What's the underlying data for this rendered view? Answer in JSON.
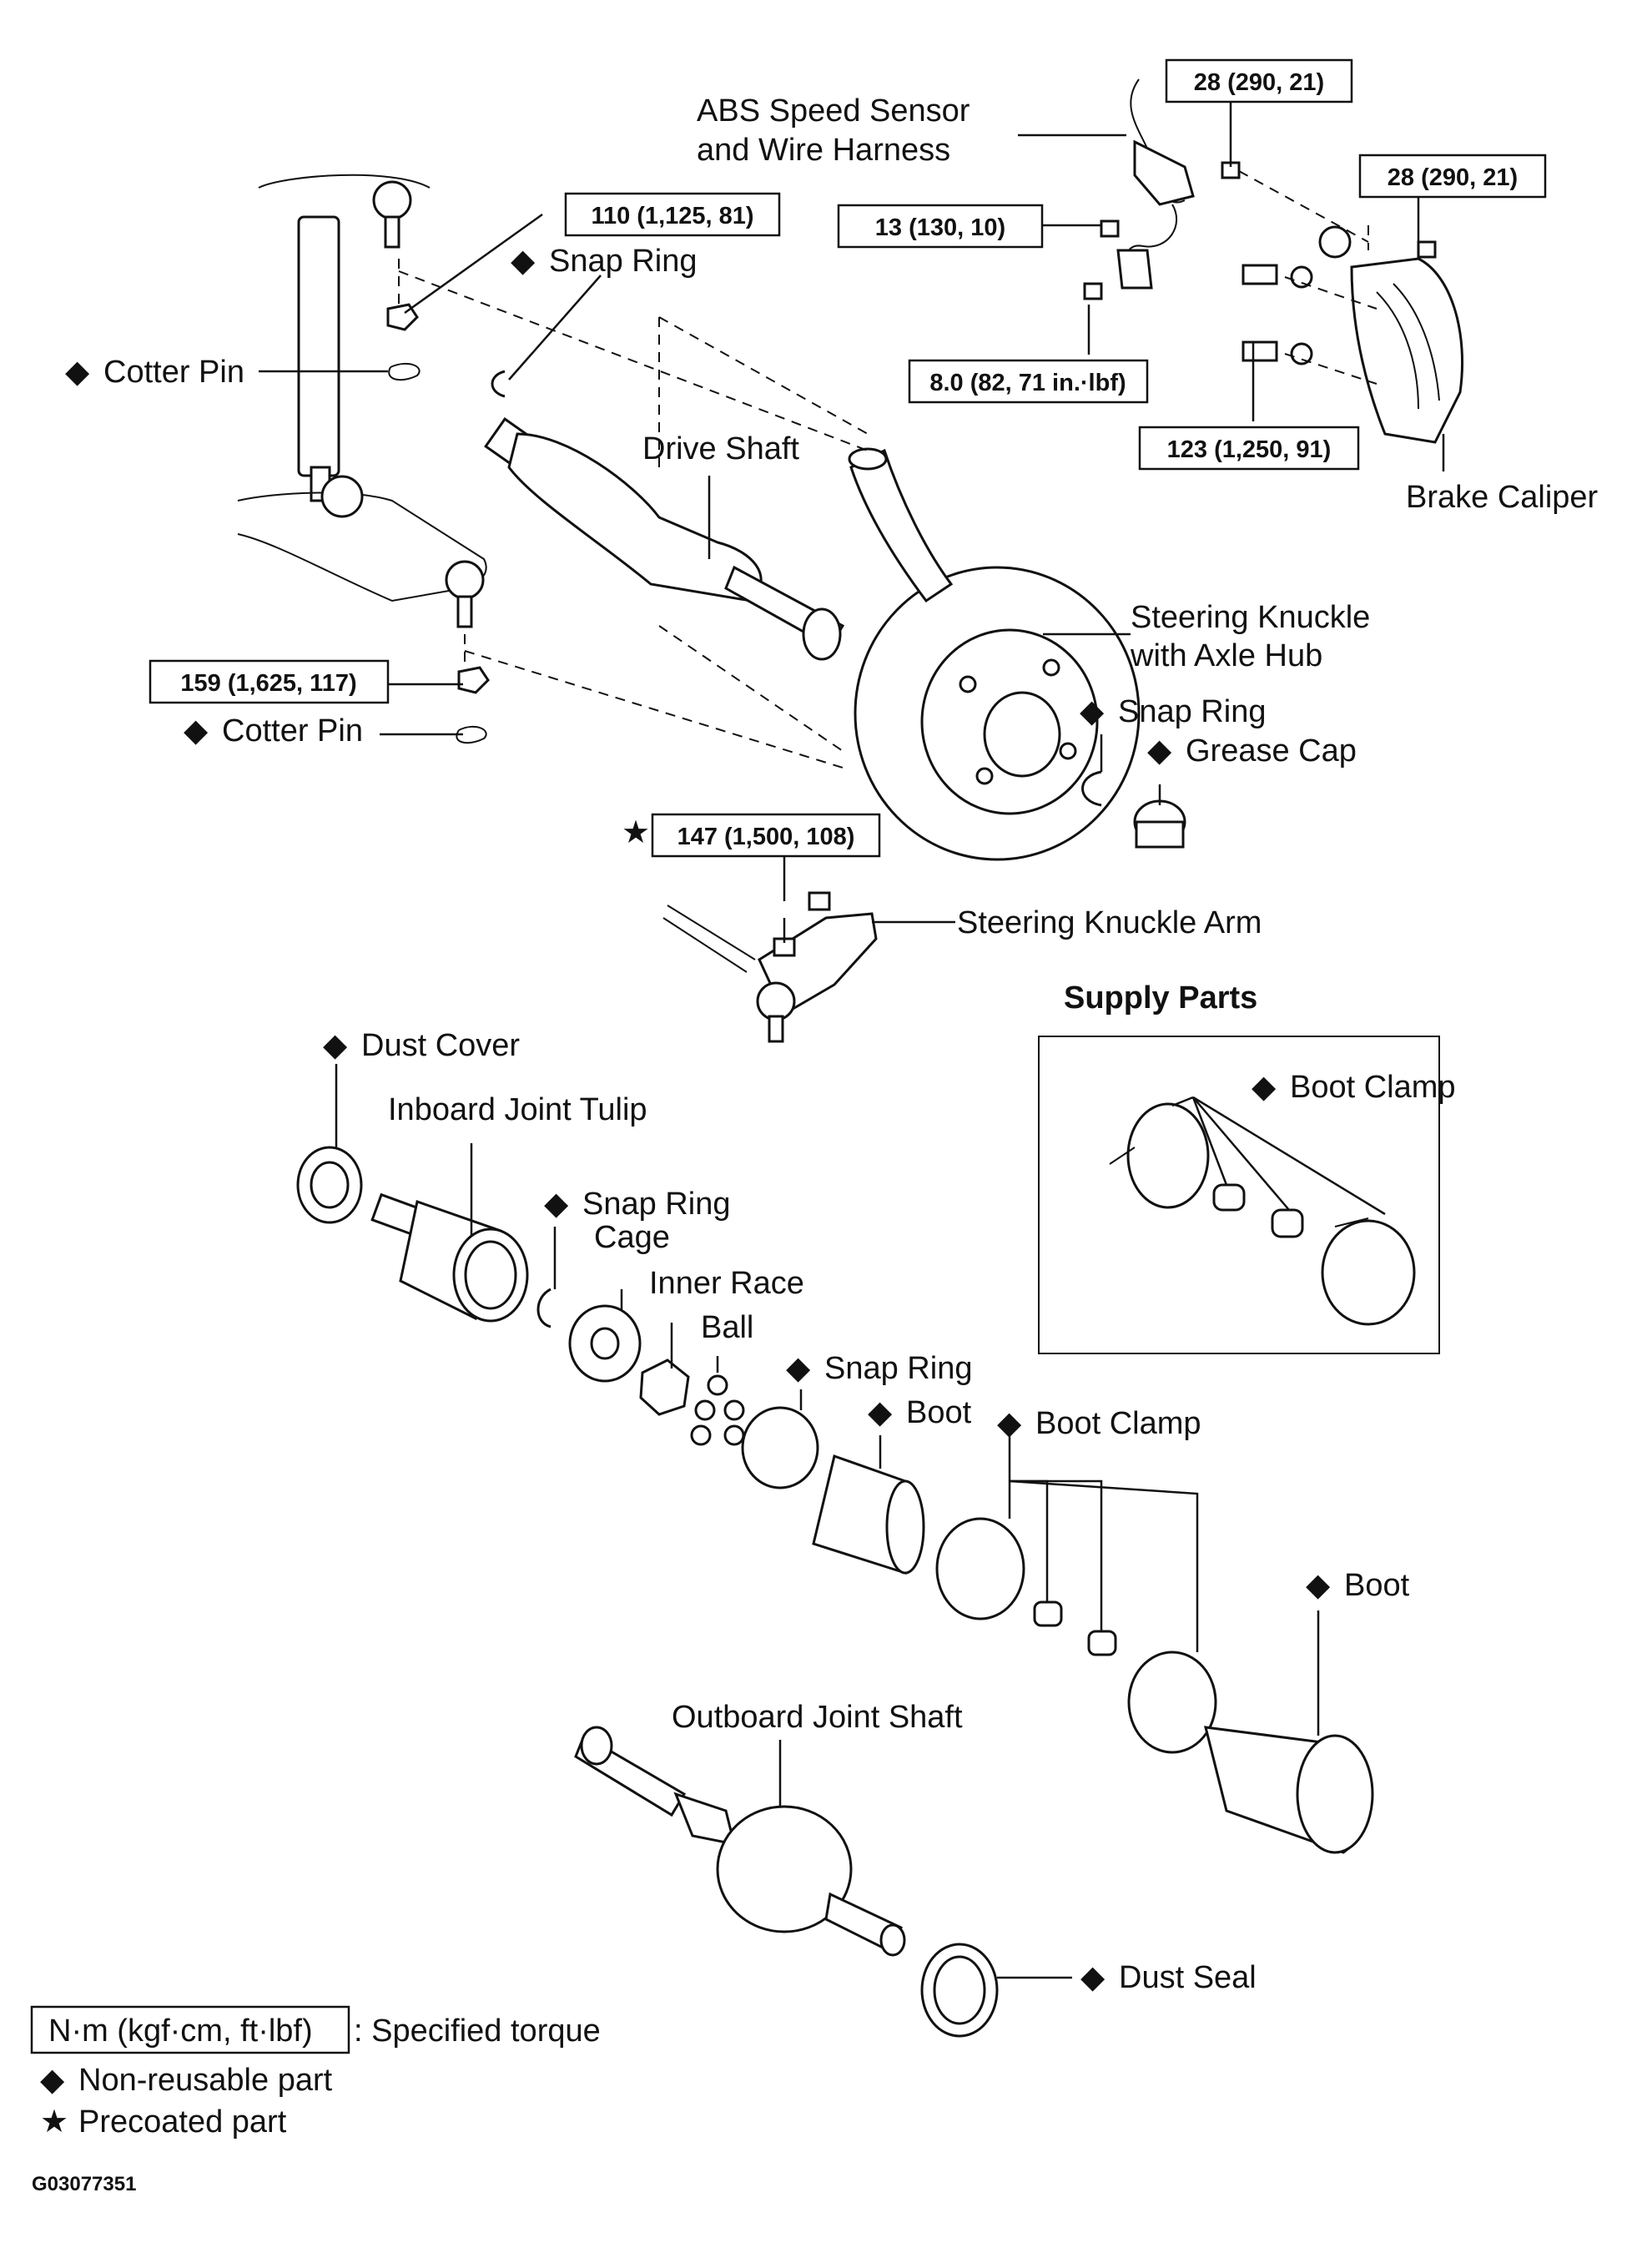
{
  "symbols": {
    "non_reusable": "◆",
    "precoated": "★"
  },
  "torques": {
    "t1": "28 (290, 21)",
    "t2": "28 (290, 21)",
    "t3": "110 (1,125, 81)",
    "t4": "13 (130, 10)",
    "t5": "8.0 (82, 71 in.·lbf)",
    "t6": "123 (1,250, 91)",
    "t7": "159 (1,625, 117)",
    "t8": "147 (1,500, 108)"
  },
  "labels": {
    "abs_line1": "ABS Speed Sensor",
    "abs_line2": "and Wire Harness",
    "snap_ring_upper": "Snap Ring",
    "cotter_pin_upper": "Cotter Pin",
    "drive_shaft": "Drive Shaft",
    "brake_caliper": "Brake Caliper",
    "knuckle_line1": "Steering Knuckle",
    "knuckle_line2": "with Axle Hub",
    "snap_ring_hub": "Snap Ring",
    "grease_cap": "Grease Cap",
    "cotter_pin_lower": "Cotter Pin",
    "knuckle_arm": "Steering Knuckle Arm",
    "supply_parts": "Supply Parts",
    "boot_clamp_supply": "Boot Clamp",
    "dust_cover": "Dust Cover",
    "inboard_joint_tulip": "Inboard Joint Tulip",
    "snap_ring_cage": "Snap Ring",
    "cage": "Cage",
    "inner_race": "Inner Race",
    "ball": "Ball",
    "snap_ring_mid": "Snap Ring",
    "boot_inner": "Boot",
    "boot_clamp_mid": "Boot Clamp",
    "boot_outer": "Boot",
    "outboard_joint_shaft": "Outboard Joint Shaft",
    "dust_seal": "Dust Seal"
  },
  "legend": {
    "torque_box": "N·m (kgf·cm, ft·lbf)",
    "torque_desc": ": Specified torque",
    "non_reusable": "Non-reusable part",
    "precoated": "Precoated part"
  },
  "figure_code": "G03077351"
}
